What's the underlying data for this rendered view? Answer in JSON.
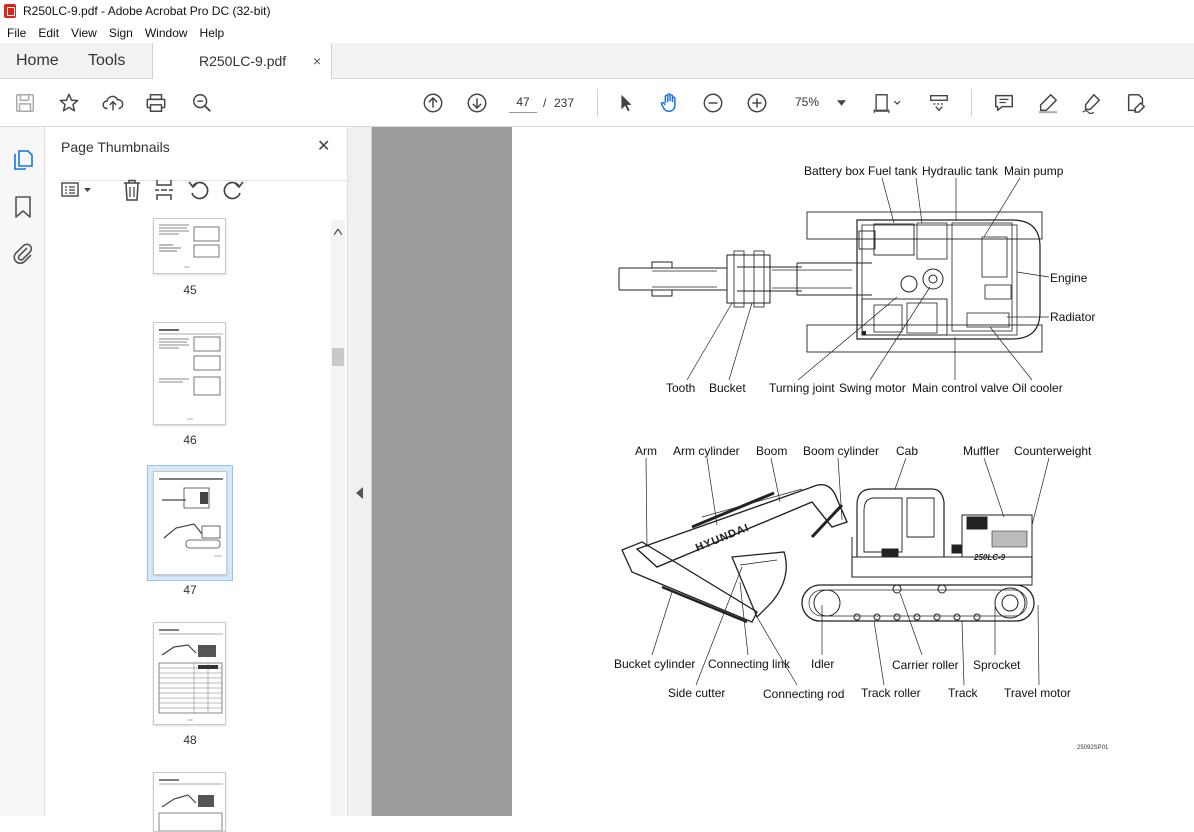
{
  "window": {
    "title": "R250LC-9.pdf - Adobe Acrobat Pro DC (32-bit)"
  },
  "menu": [
    "File",
    "Edit",
    "View",
    "Sign",
    "Window",
    "Help"
  ],
  "tabs": {
    "home": "Home",
    "tools": "Tools",
    "document": "R250LC-9.pdf",
    "close": "×"
  },
  "toolbar": {
    "page_current": "47",
    "page_separator": "/",
    "page_total": "237",
    "zoom": "75%"
  },
  "panel": {
    "title": "Page Thumbnails",
    "close": "✕",
    "thumbnails": [
      {
        "label": "45"
      },
      {
        "label": "46"
      },
      {
        "label": "47",
        "selected": true
      },
      {
        "label": "48"
      },
      {
        "label": ""
      }
    ]
  },
  "diagram": {
    "top_labels": {
      "battery_box": "Battery box",
      "fuel_tank": "Fuel tank",
      "hydraulic_tank": "Hydraulic tank",
      "main_pump": "Main pump",
      "engine": "Engine",
      "radiator": "Radiator",
      "tooth": "Tooth",
      "bucket": "Bucket",
      "turning_joint": "Turning joint",
      "swing_motor": "Swing motor",
      "main_control_valve": "Main control valve",
      "oil_cooler": "Oil cooler"
    },
    "side_labels": {
      "arm": "Arm",
      "arm_cylinder": "Arm cylinder",
      "boom": "Boom",
      "boom_cylinder": "Boom cylinder",
      "cab": "Cab",
      "muffler": "Muffler",
      "counterweight": "Counterweight",
      "bucket_cylinder": "Bucket cylinder",
      "connecting_link": "Connecting link",
      "idler": "Idler",
      "carrier_roller": "Carrier roller",
      "sprocket": "Sprocket",
      "side_cutter": "Side cutter",
      "connecting_rod": "Connecting rod",
      "track_roller": "Track roller",
      "track": "Track",
      "travel_motor": "Travel motor"
    },
    "brand": "HYUNDAI",
    "model_badge": "250LC-9",
    "figure_code": "25092SP01"
  },
  "colors": {
    "accent_blue": "#1473e6",
    "doc_bg": "#9c9c9c",
    "selected_thumb": "#d6e8fb"
  }
}
